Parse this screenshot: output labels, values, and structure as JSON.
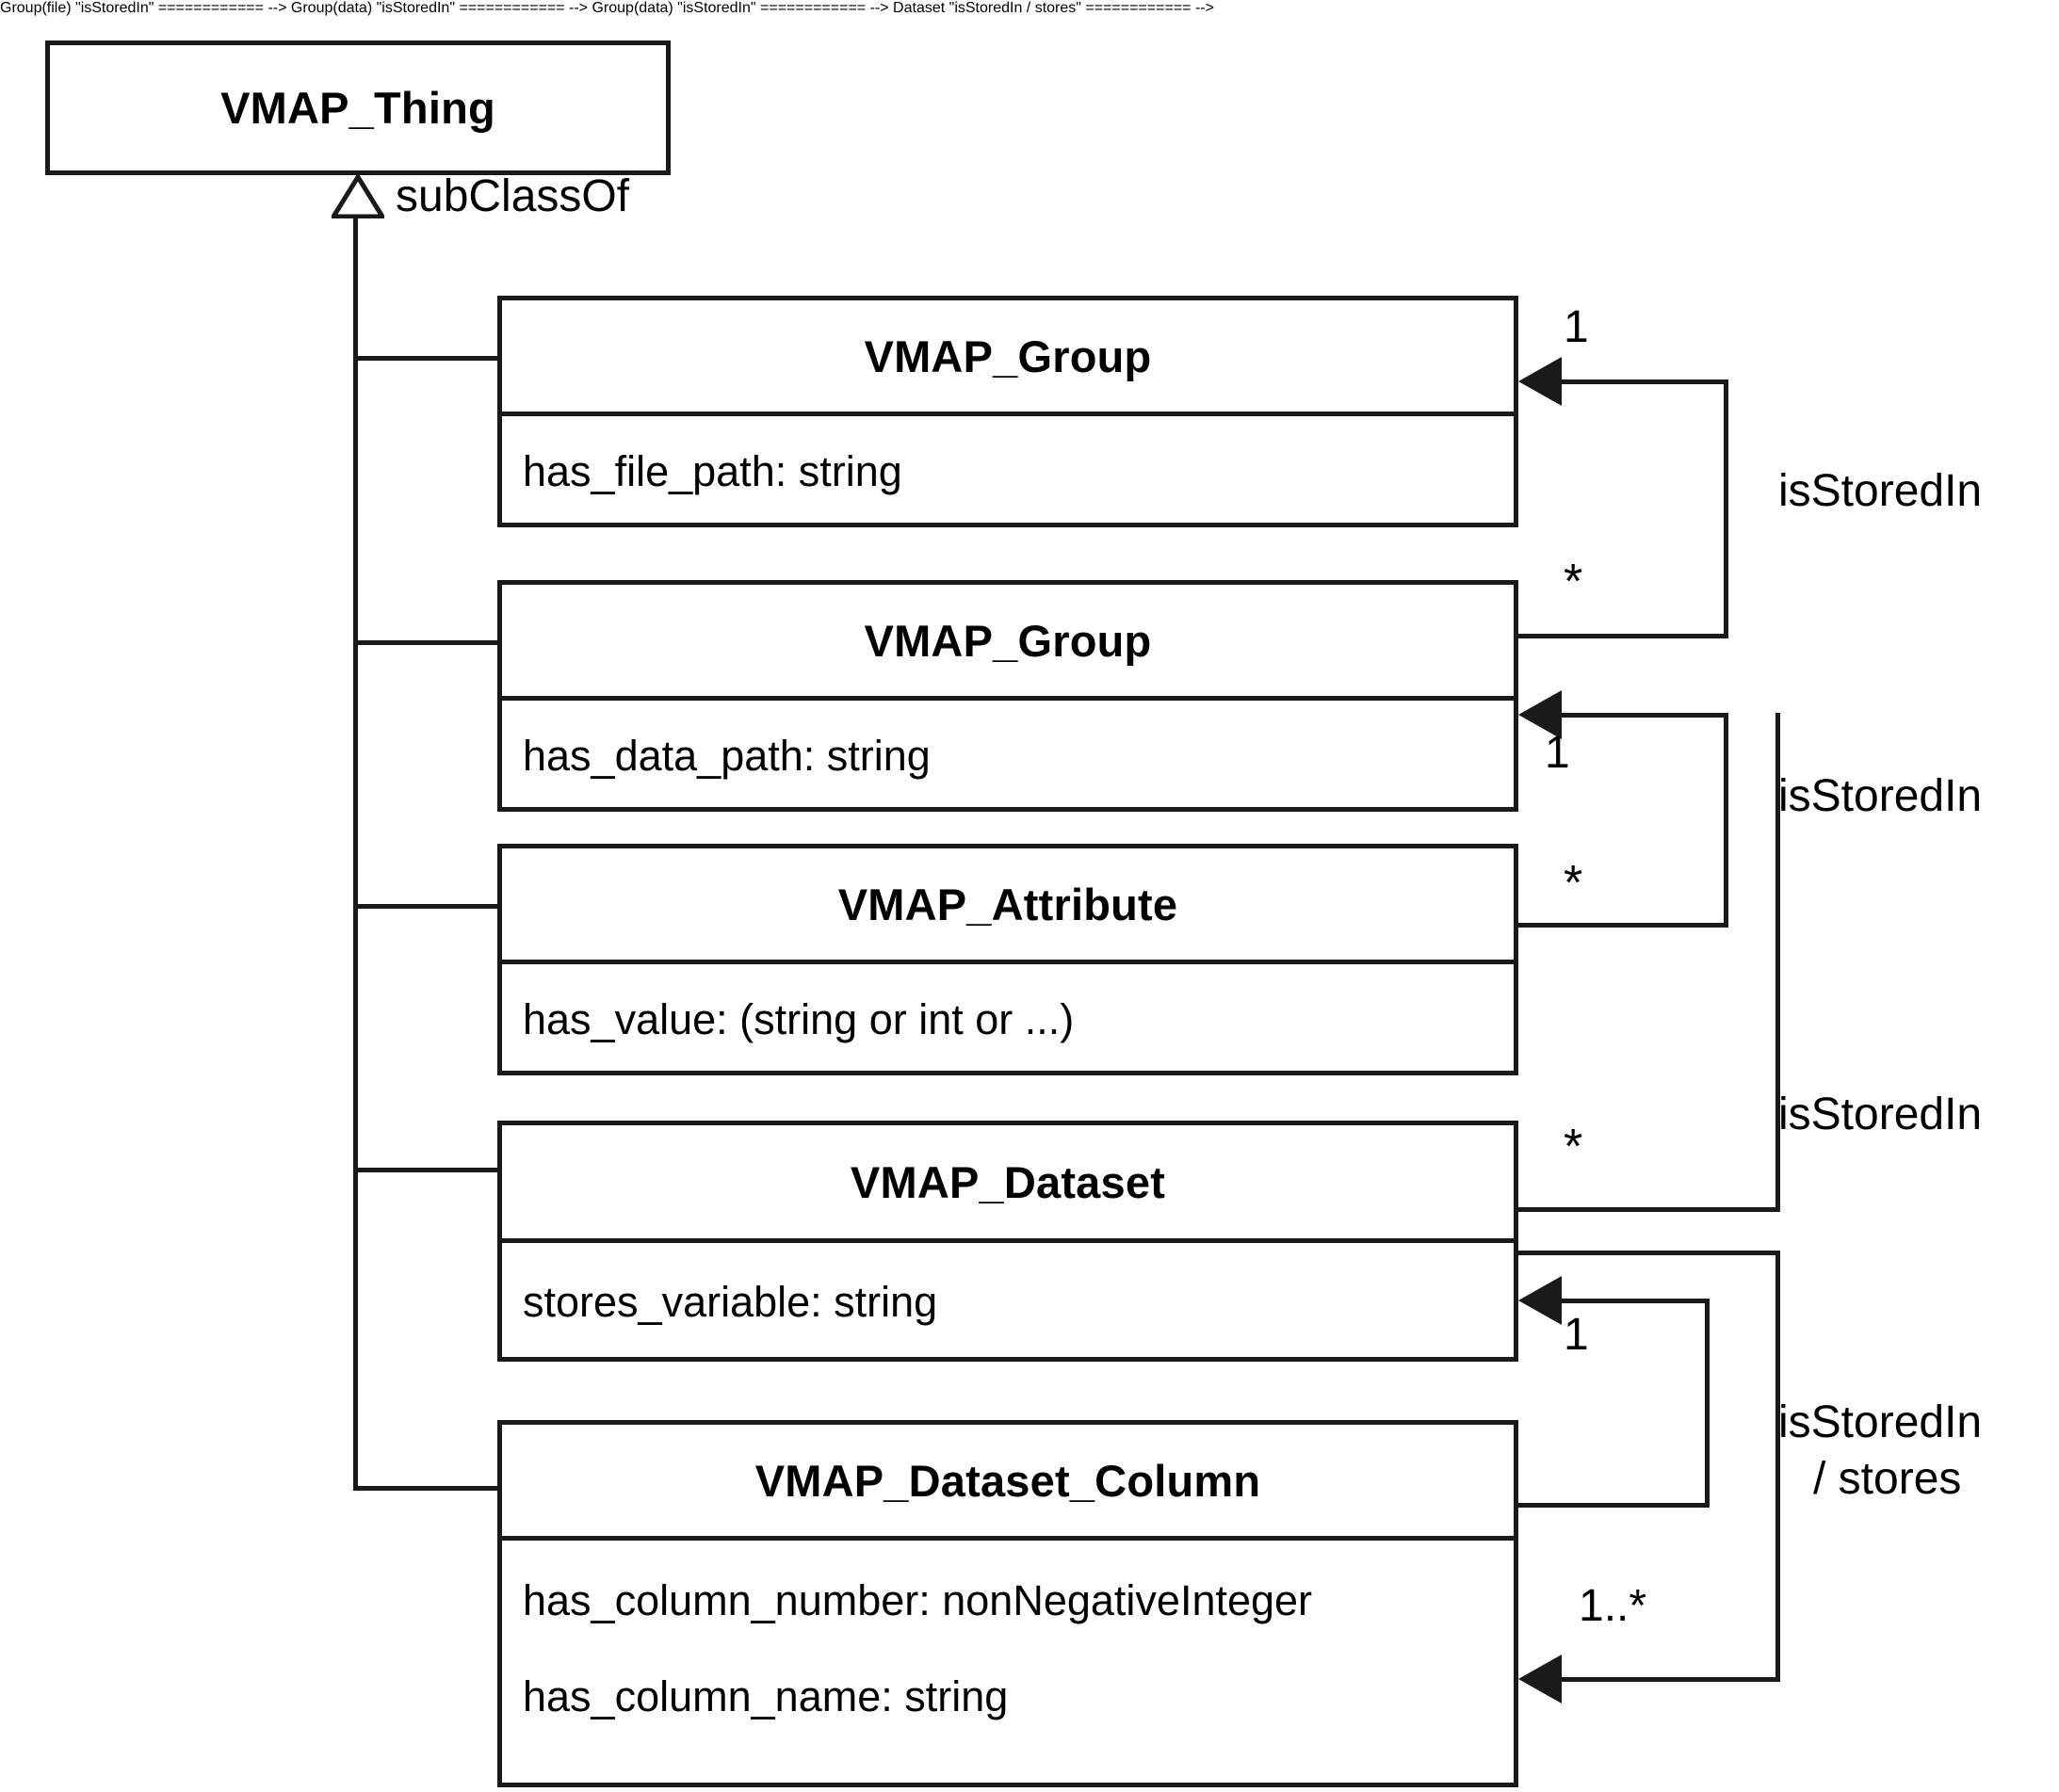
{
  "diagram": {
    "type": "uml-class-diagram",
    "title": "VMAP Ontology Class Structure",
    "background_color": "#ffffff",
    "line_color": "#1a1a1a"
  },
  "classes": [
    {
      "id": "vmap-thing",
      "name": "VMAP_Thing",
      "attributes": []
    },
    {
      "id": "vmap-group-file",
      "name": "VMAP_Group",
      "attributes": [
        "has_file_path: string"
      ]
    },
    {
      "id": "vmap-group-data",
      "name": "VMAP_Group",
      "attributes": [
        "has_data_path: string"
      ]
    },
    {
      "id": "vmap-attribute",
      "name": "VMAP_Attribute",
      "attributes": [
        "has_value: (string or int or ...)"
      ]
    },
    {
      "id": "vmap-dataset",
      "name": "VMAP_Dataset",
      "attributes": [
        "stores_variable: string"
      ]
    },
    {
      "id": "vmap-dataset-column",
      "name": "VMAP_Dataset_Column",
      "attributes": [
        "has_column_number: nonNegativeInteger",
        "has_column_name: string"
      ]
    }
  ],
  "generalization": {
    "label": "subClassOf",
    "parent": "VMAP_Thing",
    "children": [
      "VMAP_Group",
      "VMAP_Group",
      "VMAP_Attribute",
      "VMAP_Dataset",
      "VMAP_Dataset_Column"
    ]
  },
  "associations": [
    {
      "id": "assoc-1",
      "label": "isStoredIn",
      "source": "VMAP_Group (has_data_path)",
      "target": "VMAP_Group (has_file_path)",
      "source_multiplicity": "*",
      "target_multiplicity": "1"
    },
    {
      "id": "assoc-2",
      "label": "isStoredIn",
      "source": "VMAP_Attribute",
      "target": "VMAP_Group (has_data_path)",
      "source_multiplicity": "*",
      "target_multiplicity": "1"
    },
    {
      "id": "assoc-3",
      "label": "isStoredIn",
      "source": "VMAP_Dataset",
      "target": "VMAP_Group (has_data_path)",
      "source_multiplicity": "*",
      "target_multiplicity": "1"
    },
    {
      "id": "assoc-4",
      "label_line1": "isStoredIn",
      "label_line2": "/ stores",
      "source": "VMAP_Dataset_Column",
      "target": "VMAP_Dataset",
      "source_multiplicity": "1..*",
      "target_multiplicity": "1"
    }
  ],
  "multiplicity_markers": {
    "m1_one": "1",
    "m1_star": "*",
    "m2_one": "1",
    "m2_star": "*",
    "m3_star": "*",
    "m4_one": "1",
    "m4_onemany": "1..*"
  },
  "association_labels": {
    "l1": "isStoredIn",
    "l2": "isStoredIn",
    "l3": "isStoredIn",
    "l4_line1": "isStoredIn",
    "l4_line2": "/ stores"
  }
}
